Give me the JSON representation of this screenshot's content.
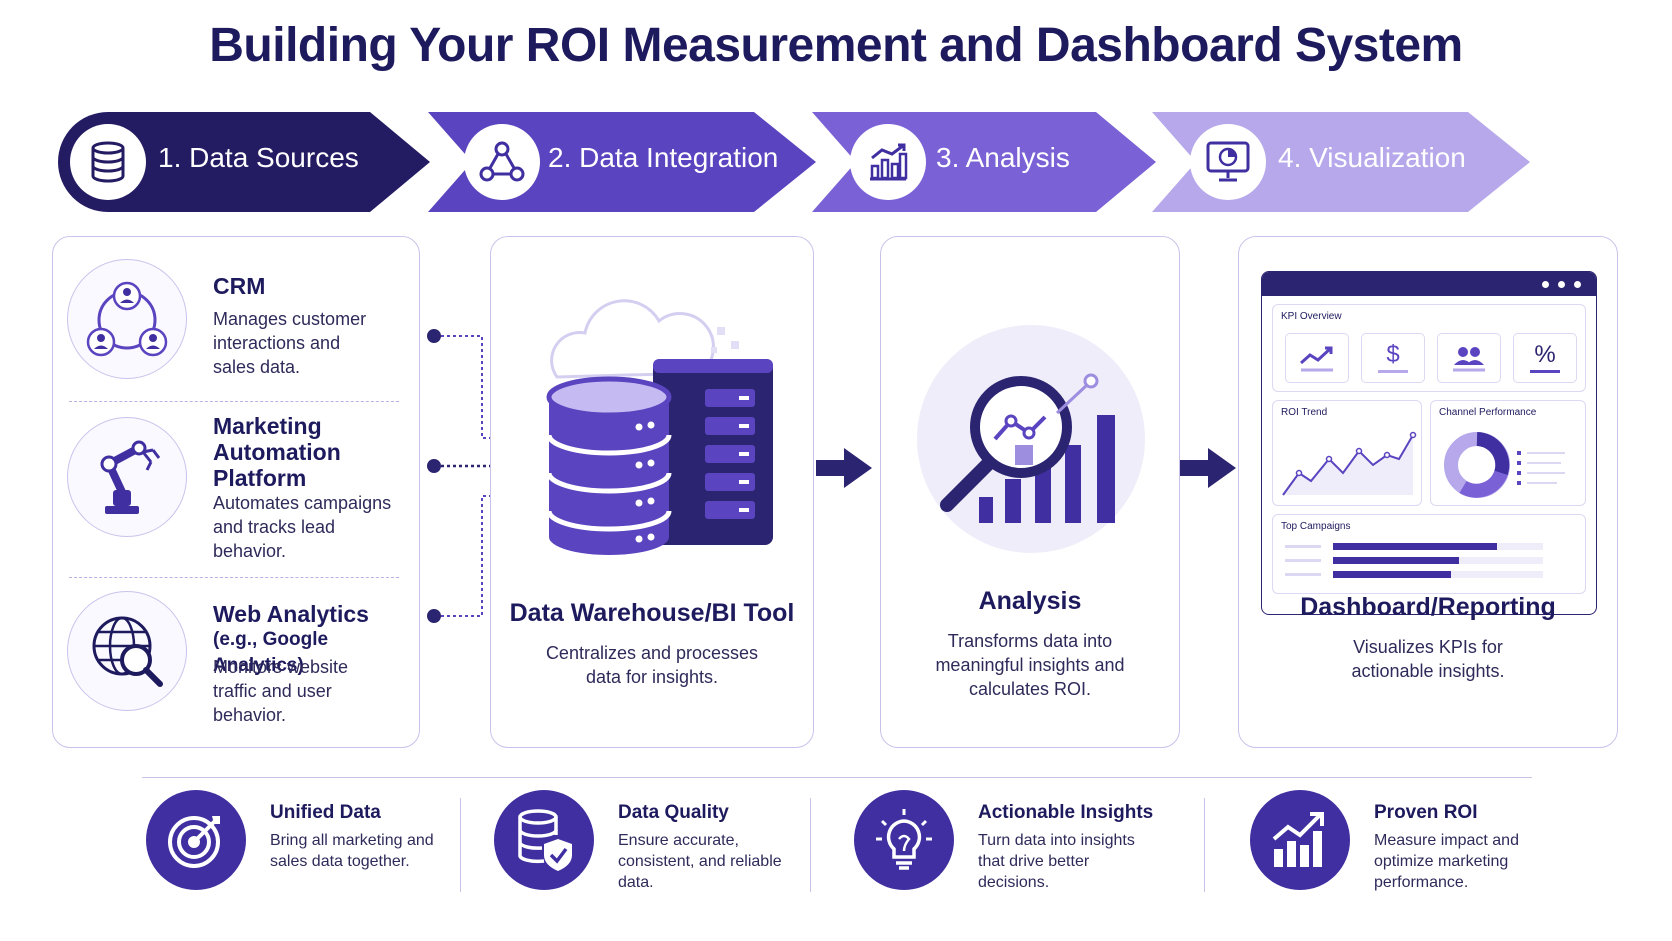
{
  "title": "Building Your ROI Measurement and Dashboard System",
  "colors": {
    "step1": "#241c63",
    "step2": "#5b44c0",
    "step3": "#7a62d6",
    "step4": "#b6a8ea",
    "accent": "#3f2fa0"
  },
  "steps": [
    {
      "label": "1. Data Sources",
      "icon": "database-icon"
    },
    {
      "label": "2. Data Integration",
      "icon": "nodes-icon"
    },
    {
      "label": "3. Analysis",
      "icon": "bar-chart-icon"
    },
    {
      "label": "4. Visualization",
      "icon": "monitor-chart-icon"
    }
  ],
  "sources": [
    {
      "title": "CRM",
      "subtitle": "",
      "desc": [
        "Manages customer",
        "interactions and",
        "sales data."
      ],
      "icon": "people-network-icon"
    },
    {
      "title": "Marketing Automation Platform",
      "title_lines": [
        "Marketing",
        "Automation",
        "Platform"
      ],
      "subtitle": "",
      "desc": [
        "Automates campaigns",
        "and tracks lead",
        "behavior."
      ],
      "icon": "robot-arm-icon"
    },
    {
      "title": "Web Analytics",
      "subtitle": "(e.g., Google Analytics)",
      "desc": [
        "Monitors website",
        "traffic and user",
        "behavior."
      ],
      "icon": "globe-search-icon"
    }
  ],
  "integration": {
    "title": "Data Warehouse/BI Tool",
    "desc": [
      "Centralizes and processes",
      "data for insights."
    ]
  },
  "analysis": {
    "title": "Analysis",
    "desc": [
      "Transforms data into",
      "meaningful insights and",
      "calculates ROI."
    ]
  },
  "reporting": {
    "title": "Dashboard/Reporting",
    "desc": [
      "Visualizes KPIs for",
      "actionable insights."
    ],
    "dashboard": {
      "kpi_label": "KPI Overview",
      "roi_label": "ROI Trend",
      "channel_label": "Channel Performance",
      "campaigns_label": "Top Campaigns",
      "kpi_icons": [
        "trend-icon",
        "dollar-icon",
        "users-icon",
        "percent-icon"
      ],
      "dollar": "$",
      "percent": "%"
    }
  },
  "benefits": [
    {
      "title": "Unified Data",
      "desc": "Bring all marketing and sales data together.",
      "icon": "target-icon"
    },
    {
      "title": "Data Quality",
      "desc": "Ensure accurate, consistent, and reliable data.",
      "icon": "shield-database-icon"
    },
    {
      "title": "Actionable Insights",
      "desc": "Turn data into insights that drive better decisions.",
      "icon": "lightbulb-icon"
    },
    {
      "title": "Proven ROI",
      "desc": "Measure impact and optimize marketing performance.",
      "icon": "growth-chart-icon"
    }
  ]
}
